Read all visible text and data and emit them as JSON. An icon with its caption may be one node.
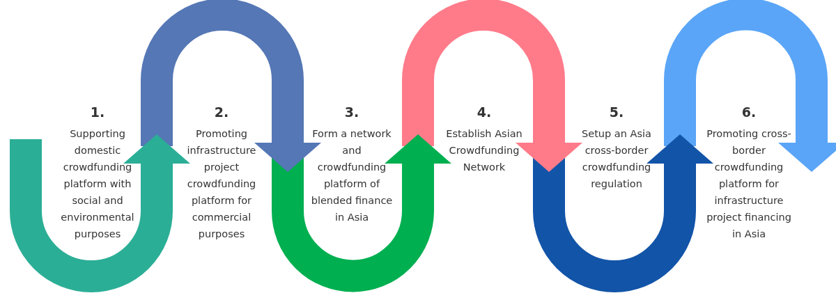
{
  "diagram": {
    "nodes": [
      {
        "text": [
          "1.",
          "Supporting domestic crowdfunding platform with social and environmental purposes"
        ]
      },
      {
        "text": [
          "2.",
          "Promoting infrastructure project crowdfunding platform for commercial purposes"
        ]
      },
      {
        "text": [
          "3.",
          "Form a network and crowdfunding platform of blended finance in Asia"
        ]
      },
      {
        "text": [
          "4.",
          "Establish Asian Crowdfunding Network"
        ]
      },
      {
        "text": [
          "5.",
          "Setup an Asia cross-border crowdfunding regulation"
        ]
      },
      {
        "text": [
          "6.",
          "Promoting cross-border crowdfunding platform for infrastructure project financing in Asia"
        ]
      }
    ]
  }
}
